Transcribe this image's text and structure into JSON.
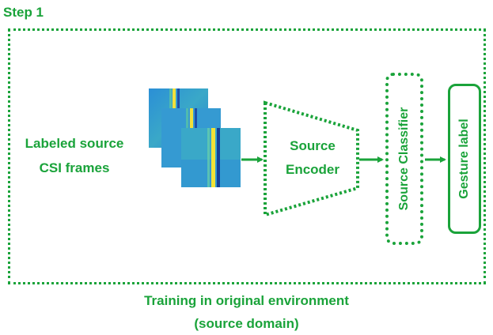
{
  "step_title": "Step 1",
  "input": {
    "line1": "Labeled source",
    "line2": "CSI frames"
  },
  "encoder": {
    "line1": "Source",
    "line2": "Encoder"
  },
  "classifier": {
    "label": "Source Classifier"
  },
  "output": {
    "label": "Gesture label"
  },
  "caption": {
    "line1": "Training in original environment",
    "line2": "(source domain)"
  },
  "colors": {
    "accent": "#1aa33a",
    "csi_background": "#2a9ad8",
    "csi_stripe": "#e8e030"
  },
  "icons": {
    "csi_frames": "heatmap-image-stack",
    "arrows": "right-arrow"
  }
}
